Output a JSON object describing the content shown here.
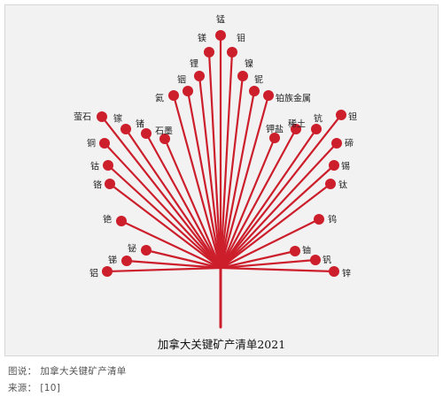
{
  "diagram": {
    "title": "加拿大关键矿产清单2021",
    "accent_color": "#cc1e2b",
    "minerals": [
      {
        "id": "meng",
        "label": "锰"
      },
      {
        "id": "mei",
        "label": "镁"
      },
      {
        "id": "mu",
        "label": "钼"
      },
      {
        "id": "li",
        "label": "锂"
      },
      {
        "id": "nie",
        "label": "镍"
      },
      {
        "id": "yin",
        "label": "铟"
      },
      {
        "id": "ni",
        "label": "铌"
      },
      {
        "id": "dan",
        "label": "氦"
      },
      {
        "id": "bojin",
        "label": "铂族金属"
      },
      {
        "id": "yingshi",
        "label": "萤石"
      },
      {
        "id": "jia",
        "label": "镓"
      },
      {
        "id": "zhe",
        "label": "锗"
      },
      {
        "id": "shimo",
        "label": "石墨"
      },
      {
        "id": "jiayan",
        "label": "钾盐"
      },
      {
        "id": "xitu",
        "label": "稀土"
      },
      {
        "id": "kang",
        "label": "钪"
      },
      {
        "id": "tan",
        "label": "钽"
      },
      {
        "id": "tong",
        "label": "铜"
      },
      {
        "id": "di",
        "label": "碲"
      },
      {
        "id": "gu",
        "label": "钴"
      },
      {
        "id": "xi",
        "label": "锡"
      },
      {
        "id": "ge",
        "label": "铬"
      },
      {
        "id": "tai",
        "label": "钛"
      },
      {
        "id": "se",
        "label": "铯"
      },
      {
        "id": "wu",
        "label": "钨"
      },
      {
        "id": "bi",
        "label": "铋"
      },
      {
        "id": "you",
        "label": "铀"
      },
      {
        "id": "ti",
        "label": "锑"
      },
      {
        "id": "fan",
        "label": "钒"
      },
      {
        "id": "lv",
        "label": "铝"
      },
      {
        "id": "xin",
        "label": "锌"
      }
    ]
  },
  "caption": {
    "figure_label": "图说：",
    "figure_value": "加拿大关键矿产清单",
    "source_label": "来源：",
    "source_value": "[10]"
  }
}
